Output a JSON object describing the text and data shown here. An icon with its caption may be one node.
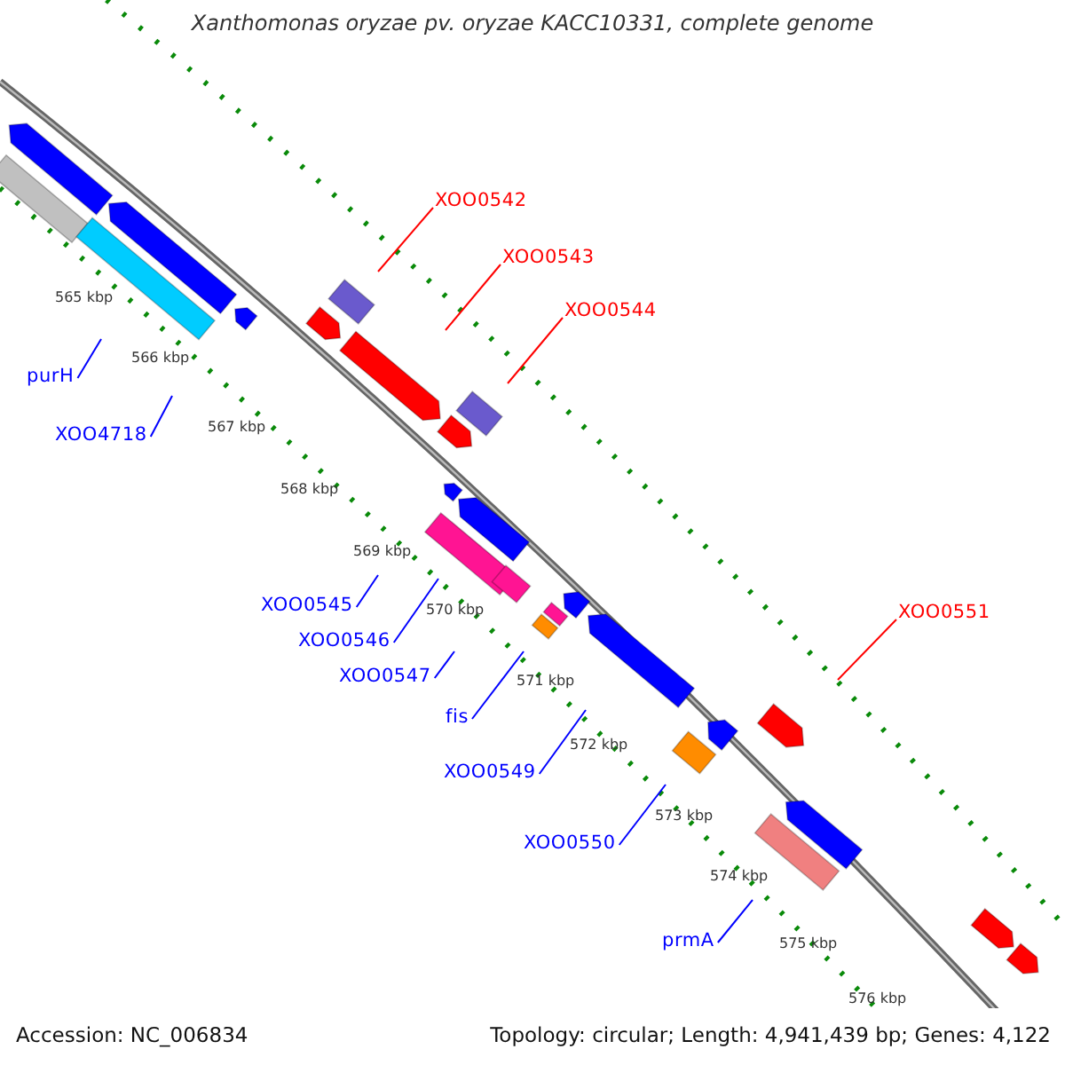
{
  "diagram": {
    "title": "Xanthomonas oryzae pv. oryzae KACC10331, complete genome",
    "nodes": [
      {
        "text": [
          "XOO0542"
        ]
      },
      {
        "text": [
          "XOO0543"
        ]
      },
      {
        "text": [
          "XOO0544"
        ]
      },
      {
        "text": [
          "purH"
        ]
      },
      {
        "text": [
          "XOO4718"
        ]
      },
      {
        "text": [
          "XOO0545"
        ]
      },
      {
        "text": [
          "XOO0551"
        ]
      },
      {
        "text": [
          "XOO0546"
        ]
      },
      {
        "text": [
          "XOO0547"
        ]
      },
      {
        "text": [
          "fis"
        ]
      },
      {
        "text": [
          "XOO0549"
        ]
      },
      {
        "text": [
          "XOO0550"
        ]
      },
      {
        "text": [
          "prmA"
        ]
      }
    ],
    "edges": [
      {
        "from": 0,
        "to": null,
        "arrow": "none",
        "color": "#ff0000"
      },
      {
        "from": 1,
        "to": null,
        "arrow": "none",
        "color": "#ff0000"
      },
      {
        "from": 2,
        "to": null,
        "arrow": "none",
        "color": "#ff0000"
      },
      {
        "from": 3,
        "to": null,
        "arrow": "none"
      },
      {
        "from": 4,
        "to": null,
        "arrow": "none"
      },
      {
        "from": 5,
        "to": null,
        "arrow": "none"
      },
      {
        "from": 6,
        "to": null,
        "arrow": "none",
        "color": "#ff0000"
      },
      {
        "from": 7,
        "to": null,
        "arrow": "none"
      },
      {
        "from": 8,
        "to": null,
        "arrow": "none"
      },
      {
        "from": 9,
        "to": null,
        "arrow": "none"
      },
      {
        "from": 10,
        "to": null,
        "arrow": "none"
      },
      {
        "from": 11,
        "to": null,
        "arrow": "none"
      },
      {
        "from": 12,
        "to": null,
        "arrow": "none"
      }
    ],
    "labels": [
      "565 kbp",
      "566 kbp",
      "567 kbp",
      "568 kbp",
      "569 kbp",
      "570 kbp",
      "571 kbp",
      "572 kbp",
      "573 kbp",
      "574 kbp",
      "575 kbp",
      "576 kbp",
      "Accession: NC_006834",
      "Topology: circular; Length: 4,941,439 bp; Genes: 4,122"
    ]
  }
}
